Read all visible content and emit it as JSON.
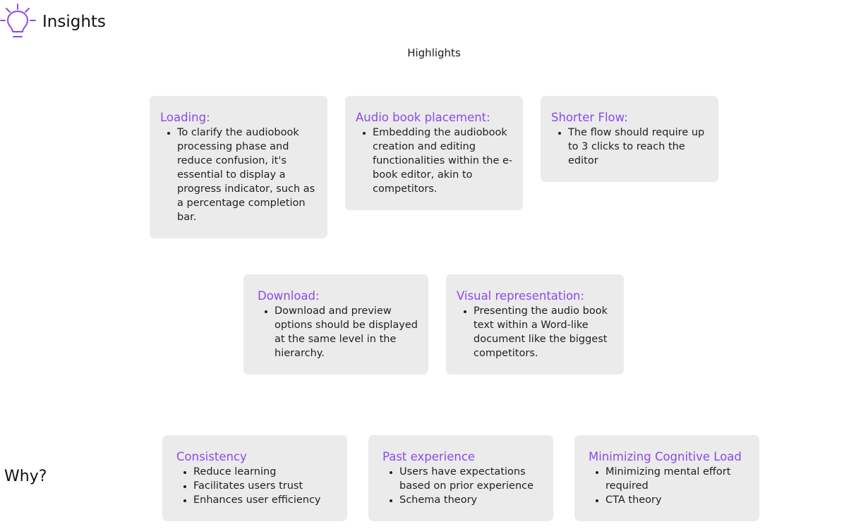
{
  "header": {
    "title": "Insights",
    "icon": "lightbulb-icon",
    "accent": "#8a4bea"
  },
  "highlights_label": "Highlights",
  "highlight_cards": [
    {
      "title": "Loading:",
      "bullets": [
        "To clarify the audiobook processing phase and reduce confusion, it's essential to display a progress indicator, such as a percentage completion bar."
      ]
    },
    {
      "title": "Audio book placement:",
      "bullets": [
        "Embedding the audiobook creation and editing functionalities within the e-book editor, akin to competitors."
      ]
    },
    {
      "title": "Shorter Flow:",
      "bullets": [
        "The flow should require up to 3 clicks to reach the editor"
      ]
    },
    {
      "title": "Download:",
      "bullets": [
        "Download and preview options should be displayed at the same level in the hierarchy."
      ]
    },
    {
      "title": "Visual representation:",
      "bullets": [
        "Presenting the audio book text within a Word-like document like the biggest competitors."
      ]
    }
  ],
  "why_label": "Why?",
  "why_cards": [
    {
      "title": "Consistency",
      "bullets": [
        "Reduce learning",
        "Facilitates users trust",
        "Enhances user efficiency"
      ]
    },
    {
      "title": "Past experience",
      "bullets": [
        "Users have expectations based on prior experience",
        "Schema theory"
      ]
    },
    {
      "title": "Minimizing Cognitive Load",
      "bullets": [
        "Minimizing mental effort required",
        "CTA theory"
      ]
    }
  ],
  "colors": {
    "card_background": "#ebebeb",
    "card_title": "#8a4bea"
  }
}
